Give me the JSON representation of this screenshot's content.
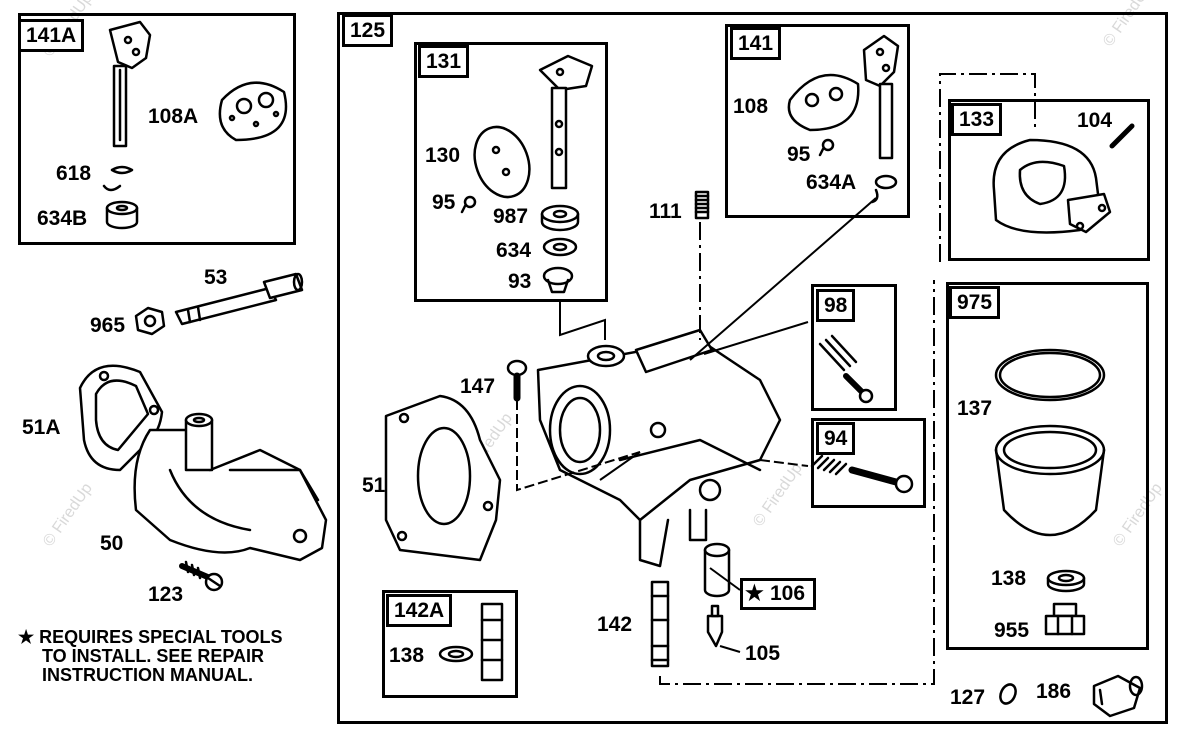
{
  "watermark": "© FiredUp",
  "groups": {
    "g125": "125",
    "g141A": "141A",
    "g131": "131",
    "g141": "141",
    "g133": "133",
    "g98": "98",
    "g94": "94",
    "g975": "975",
    "g142A": "142A"
  },
  "parts": {
    "p108A": "108A",
    "p618": "618",
    "p634B": "634B",
    "p53": "53",
    "p965": "965",
    "p51A": "51A",
    "p50": "50",
    "p123": "123",
    "p130": "130",
    "p95a": "95",
    "p987": "987",
    "p634": "634",
    "p93": "93",
    "p108": "108",
    "p95b": "95",
    "p634A": "634A",
    "p111": "111",
    "p104": "104",
    "p147": "147",
    "p51": "51",
    "p137": "137",
    "p138a": "138",
    "p955": "955",
    "p138b": "138",
    "p142": "142",
    "p106": "106",
    "p105": "105",
    "p127": "127",
    "p186": "186"
  },
  "star_glyph": "★",
  "note": {
    "line1": "REQUIRES SPECIAL TOOLS",
    "line2": "TO INSTALL. SEE REPAIR",
    "line3": "INSTRUCTION MANUAL."
  }
}
